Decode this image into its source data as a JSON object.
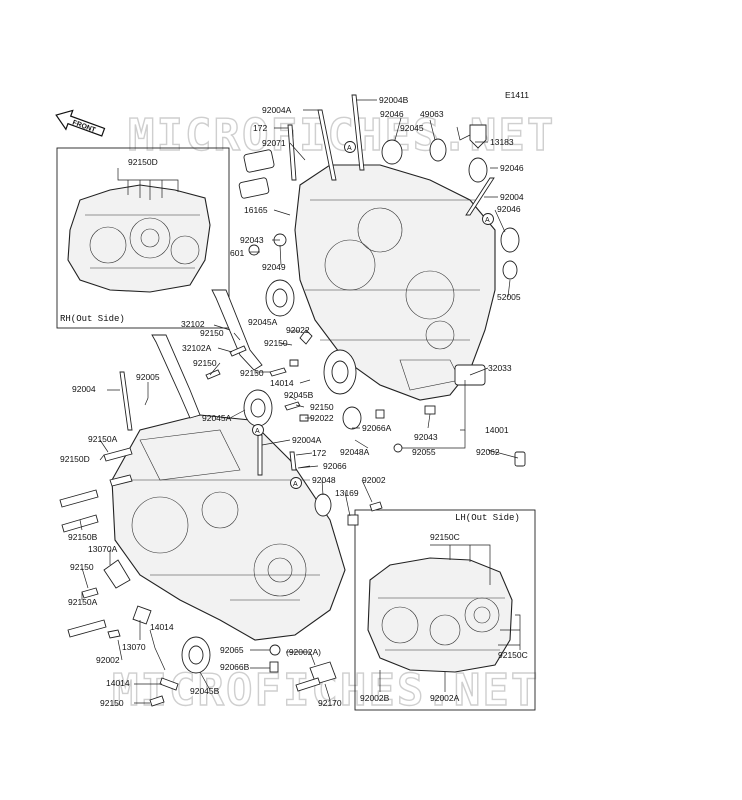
{
  "diagram": {
    "code": "E1411",
    "front_label": "FRONT",
    "watermark": "MICROFICHES.NET",
    "insets": {
      "rh": {
        "label": "RH(Out Side)",
        "part": "92150D"
      },
      "lh": {
        "label": "LH(Out Side)",
        "parts": [
          "92150C",
          "92150C",
          "92002B",
          "92002A"
        ]
      }
    },
    "labels": [
      "92004A",
      "92004B",
      "172",
      "92071",
      "92046",
      "49063",
      "92045",
      "13183",
      "92046",
      "92004",
      "92046",
      "16165",
      "92043",
      "601",
      "92049",
      "52005",
      "32102",
      "92150",
      "92045A",
      "92022",
      "32102A",
      "92150",
      "92150",
      "92150",
      "14014",
      "92045B",
      "92150",
      "92022",
      "32033",
      "92004",
      "92005",
      "92045A",
      "92004A",
      "172",
      "92066A",
      "92043",
      "14001",
      "92048A",
      "92055",
      "92062",
      "92150A",
      "92066",
      "92150D",
      "92048",
      "92002",
      "13169",
      "92150B",
      "13070A",
      "92150",
      "92150A",
      "92002",
      "13070",
      "14014",
      "92065",
      "(92002A)",
      "92066B",
      "14014",
      "92045B",
      "92150",
      "92170"
    ]
  }
}
